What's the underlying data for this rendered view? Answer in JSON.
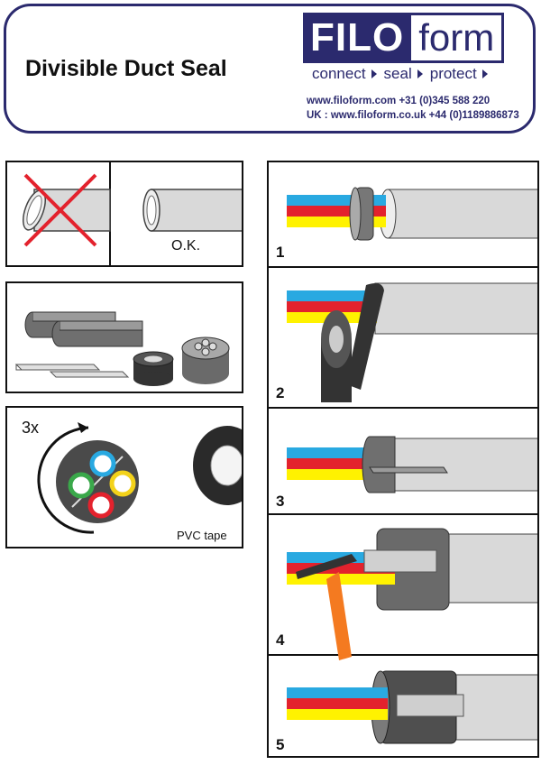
{
  "header": {
    "title": "Divisible Duct Seal",
    "logo_left": "FILO",
    "logo_right": "form",
    "tagline": [
      "connect",
      "seal",
      "protect"
    ],
    "contact_line1": "www.filoform.com  +31 (0)345 588 220",
    "contact_line2": "UK : www.filoform.co.uk +44 (0)1189886873"
  },
  "left": {
    "ok_label": "O.K.",
    "wrap_count": "3x",
    "tape_label": "PVC tape"
  },
  "steps": [
    {
      "number": "1"
    },
    {
      "number": "2"
    },
    {
      "number": "3"
    },
    {
      "number": "4"
    },
    {
      "number": "5"
    }
  ],
  "colors": {
    "brand": "#2b2a6e",
    "pipe": "#d9d9d9",
    "cable_blue": "#29a9e1",
    "cable_red": "#e3222d",
    "cable_yellow": "#fff200",
    "tape": "#3a3a3a",
    "tool_handle": "#f47a20"
  }
}
